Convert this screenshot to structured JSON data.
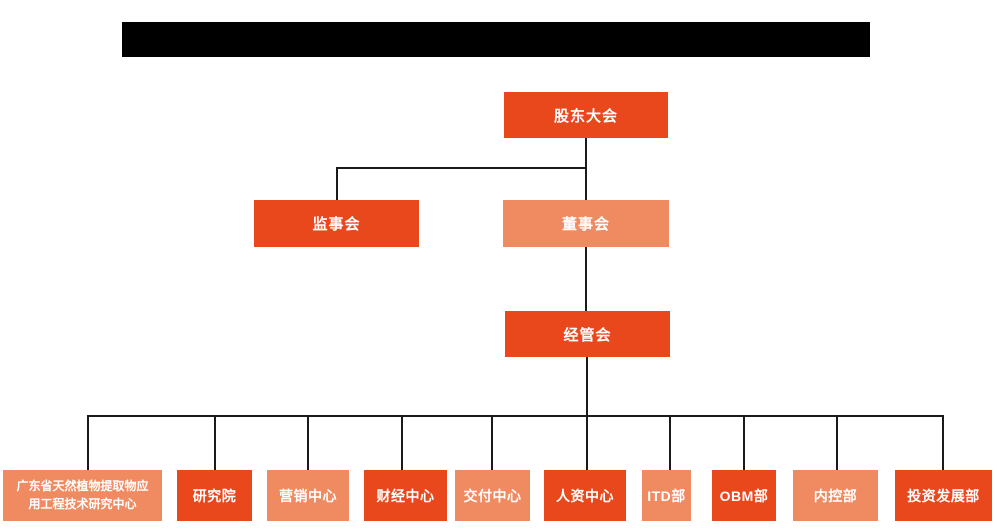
{
  "header": {
    "redacted_title_bar": true
  },
  "colors": {
    "node_solid_orange": "#E8481C",
    "node_light_orange": "#F08A61",
    "node_text": "#FFFFFF",
    "connector_line": "#1A1A1A",
    "redacted_bar": "#000000",
    "background": "#FFFFFF"
  },
  "org_chart": {
    "root": {
      "label": "股东大会",
      "variant": "solid"
    },
    "level2": {
      "supervisory_board": {
        "label": "监事会",
        "variant": "solid"
      },
      "board_of_directors": {
        "label": "董事会",
        "variant": "light"
      }
    },
    "level3": {
      "management_committee": {
        "label": "经管会",
        "variant": "solid"
      }
    },
    "departments": [
      {
        "label": "广东省天然植物提取物应用工程技术研究中心",
        "variant": "light"
      },
      {
        "label": "研究院",
        "variant": "solid"
      },
      {
        "label": "营销中心",
        "variant": "light"
      },
      {
        "label": "财经中心",
        "variant": "solid"
      },
      {
        "label": "交付中心",
        "variant": "light"
      },
      {
        "label": "人资中心",
        "variant": "solid"
      },
      {
        "label": "ITD部",
        "variant": "light"
      },
      {
        "label": "OBM部",
        "variant": "solid"
      },
      {
        "label": "内控部",
        "variant": "light"
      },
      {
        "label": "投资发展部",
        "variant": "solid"
      }
    ]
  }
}
